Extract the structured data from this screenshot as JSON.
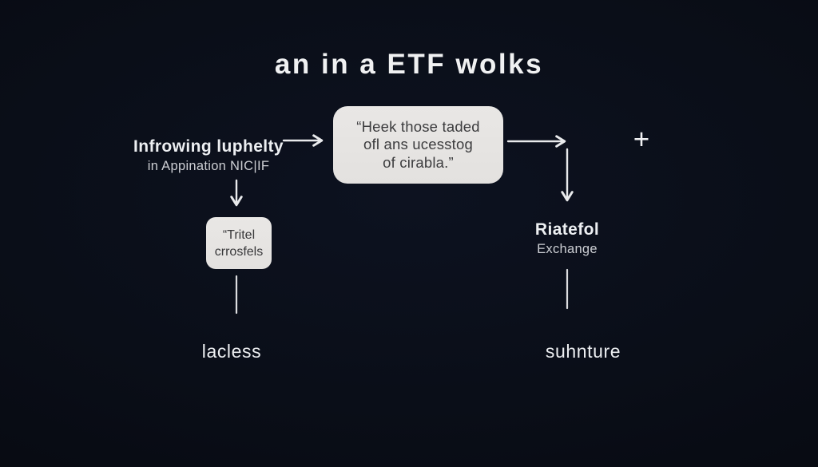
{
  "title": "an in a ETF wolks",
  "plus_sign": "+",
  "nodes": {
    "left_label": {
      "line1": "Infrowing luphelty",
      "line2": "in Appination NIC|IF"
    },
    "center_box": {
      "line1": "“Heek those taded",
      "line2": "ofl ans ucesstog",
      "line3": "of cirabla.”"
    },
    "small_box": {
      "line1": "“Tritel",
      "line2": "crrosfels"
    },
    "right_label": {
      "line1": "Riatefol",
      "line2": "Exchange"
    },
    "bottom_left_label": "lacless",
    "bottom_right_label": "suhnture"
  },
  "colors": {
    "background": "#0a0e18",
    "box_fill": "#e6e4e2",
    "box_text": "#3c3c3e",
    "light_text": "#edeff2",
    "dim_text": "#ccced3",
    "arrow": "#e9eaec"
  }
}
